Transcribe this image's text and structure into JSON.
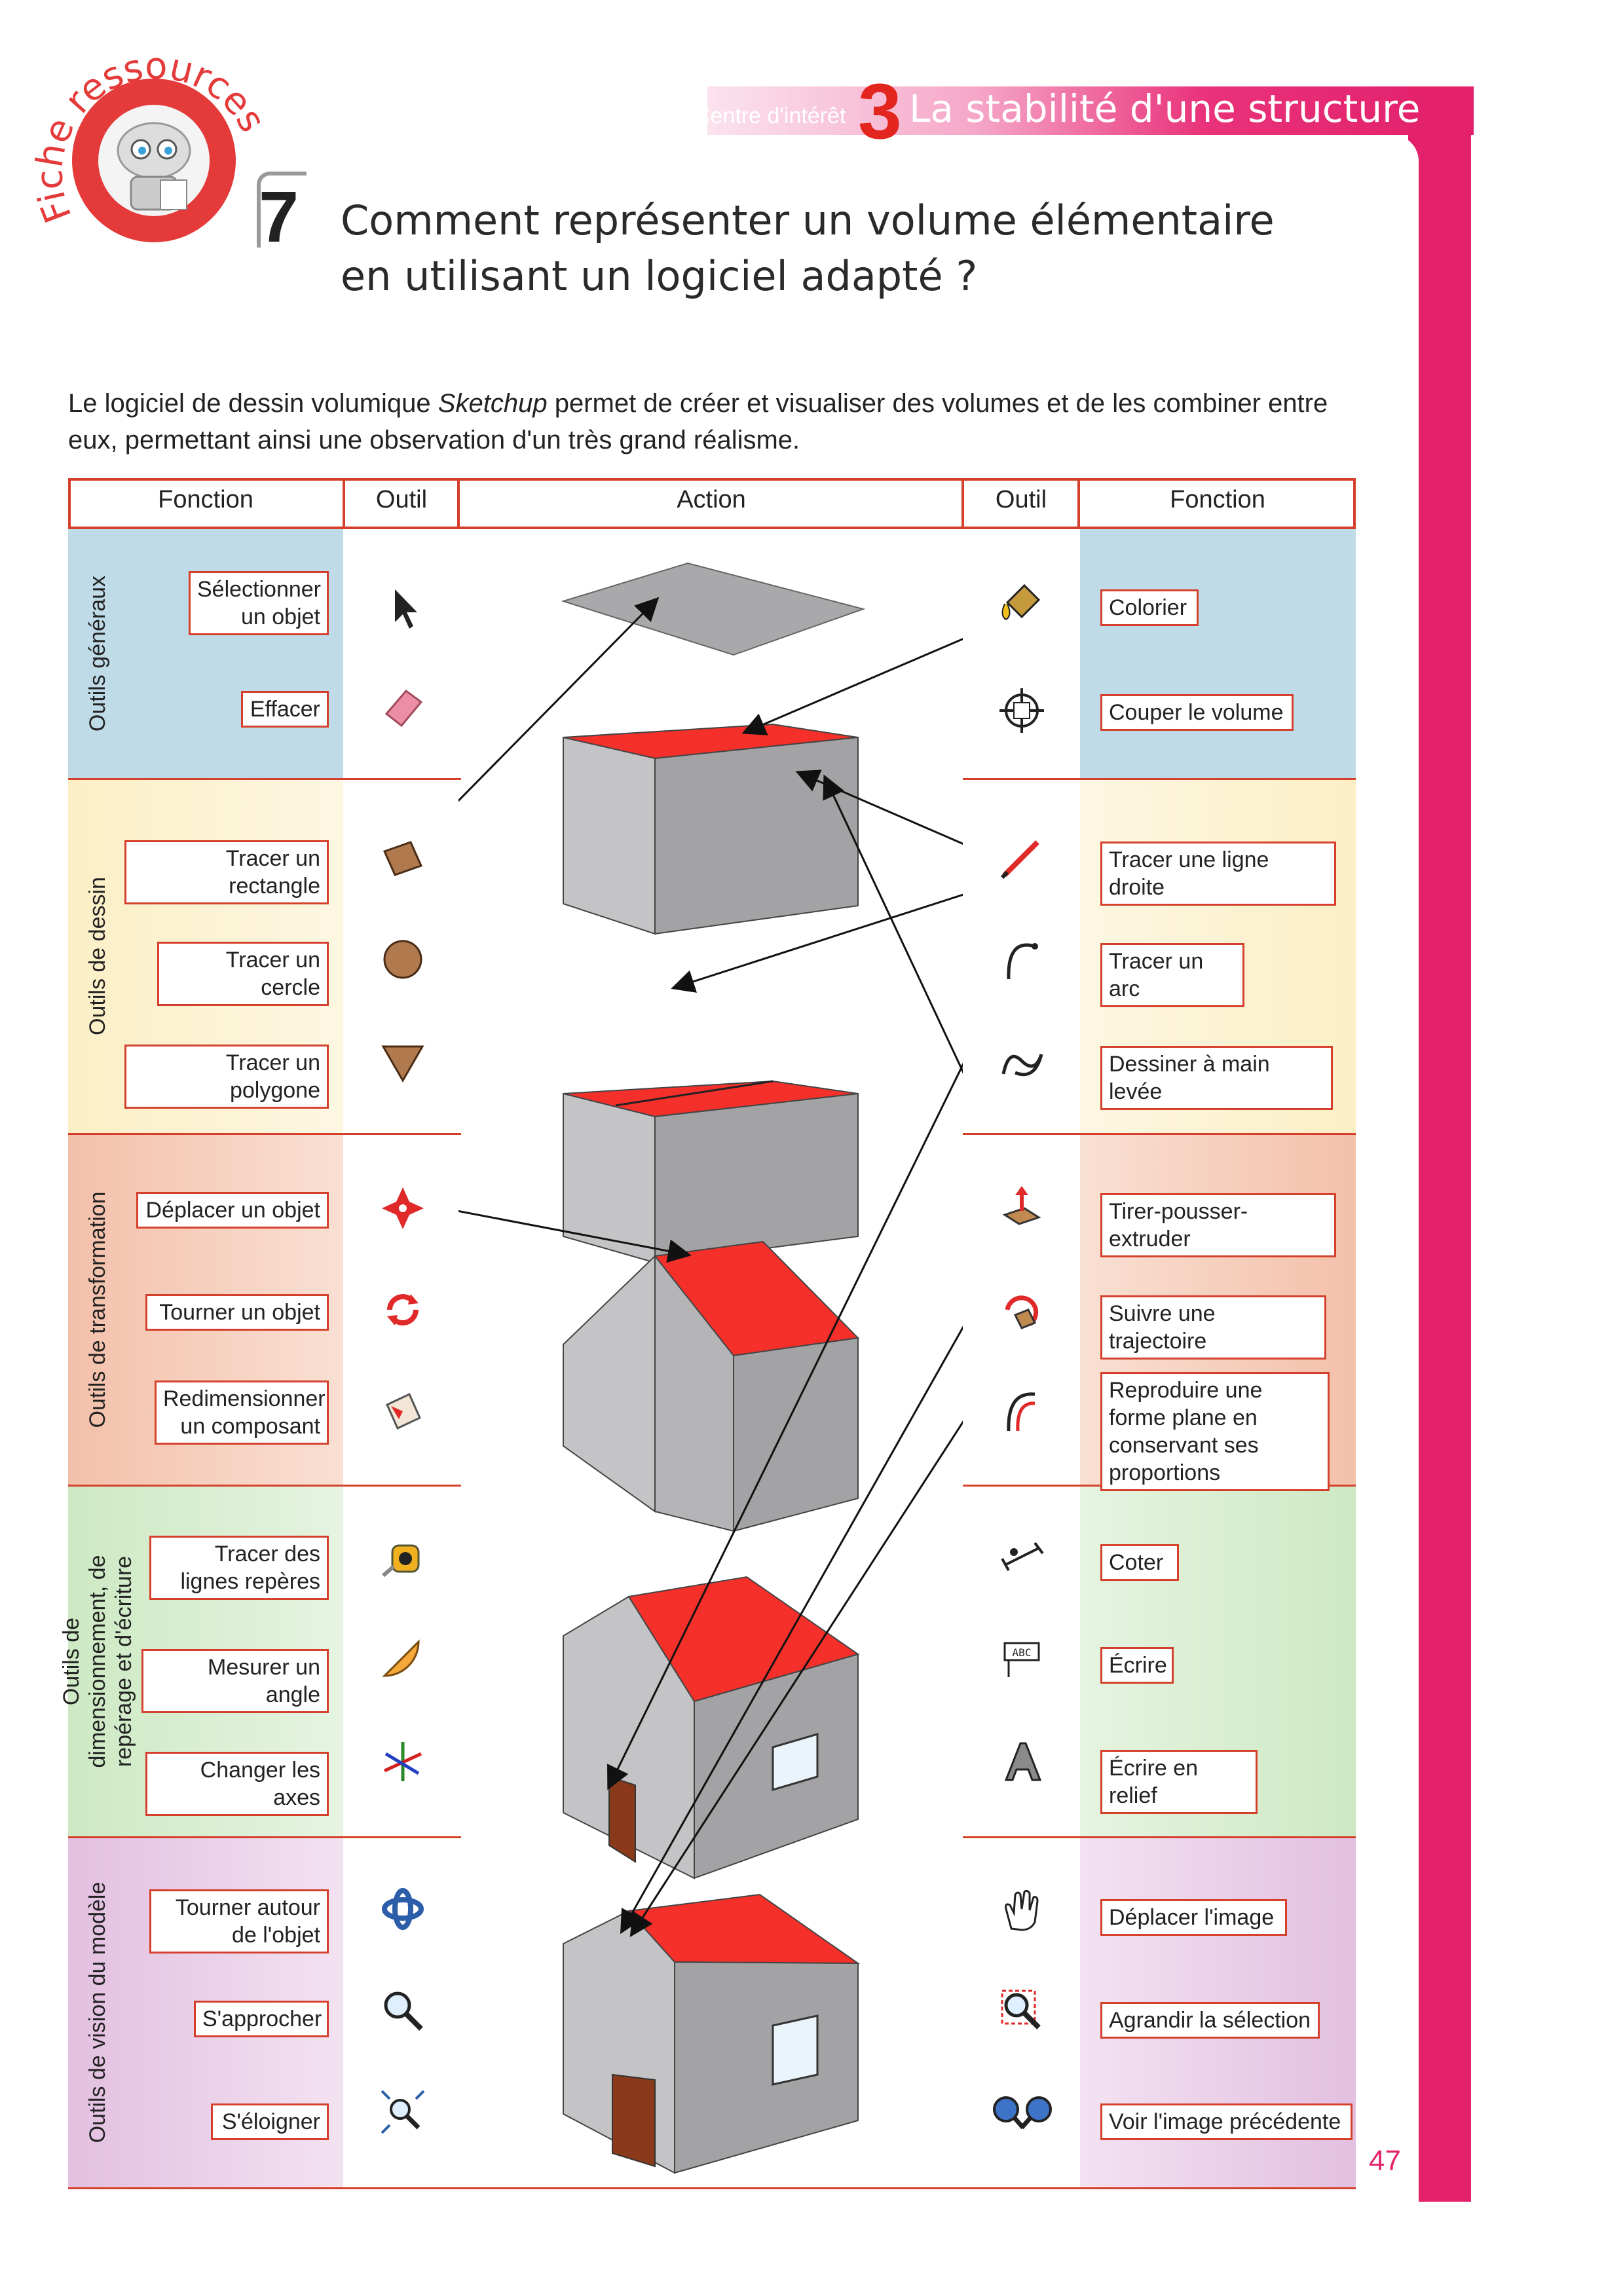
{
  "header": {
    "badge": "Fiche ressources",
    "centre": "Centre d'intérêt",
    "number": "3",
    "title": "La stabilité d'une structure"
  },
  "question": {
    "number": "7",
    "line1": "Comment représenter un volume élémentaire",
    "line2": "en utilisant un logiciel adapté ?"
  },
  "intro": {
    "before": "Le logiciel de dessin volumique ",
    "software": "Sketchup",
    "after": " permet de créer et visualiser des volumes et de les combiner entre eux, permettant ainsi une observation d'un très grand réalisme."
  },
  "table": {
    "headers": [
      "Fonction",
      "Outil",
      "Action",
      "Outil",
      "Fonction"
    ],
    "sections": [
      {
        "name": "Outils généraux",
        "color": "#bfdbe8",
        "left": [
          "Sélectionner un objet",
          "Effacer"
        ],
        "right": [
          "Colorier",
          "Couper le volume"
        ]
      },
      {
        "name": "Outils de dessin",
        "color": "#fdf4d8",
        "left": [
          "Tracer un rectangle",
          "Tracer un cercle",
          "Tracer un polygone"
        ],
        "right": [
          "Tracer une ligne droite",
          "Tracer un arc",
          "Dessiner à main levée"
        ]
      },
      {
        "name": "Outils de transformation",
        "color": "#f6d0bf",
        "left": [
          "Déplacer un objet",
          "Tourner un objet",
          "Redimensionner un composant"
        ],
        "right": [
          "Tirer-pousser-extruder",
          "Suivre une trajectoire",
          "Reproduire une forme plane en conservant ses proportions"
        ]
      },
      {
        "name": "Outils de dimensionnement, de repérage et d'écriture",
        "color": "#d9efd2",
        "left": [
          "Tracer des lignes repères",
          "Mesurer un angle",
          "Changer les axes"
        ],
        "right": [
          "Coter",
          "Écrire",
          "Écrire en relief"
        ]
      },
      {
        "name": "Outils de vision du modèle",
        "color": "#ecd3ea",
        "left": [
          "Tourner autour de l'objet",
          "S'approcher",
          "S'éloigner"
        ],
        "right": [
          "Déplacer l'image",
          "Agrandir la sélection",
          "Voir l'image précédente"
        ]
      }
    ]
  },
  "colors": {
    "accent": "#e3226b",
    "border": "#d5402c",
    "roof": "#f5302a",
    "wall": "#a9a9ab"
  },
  "page_number": "47"
}
